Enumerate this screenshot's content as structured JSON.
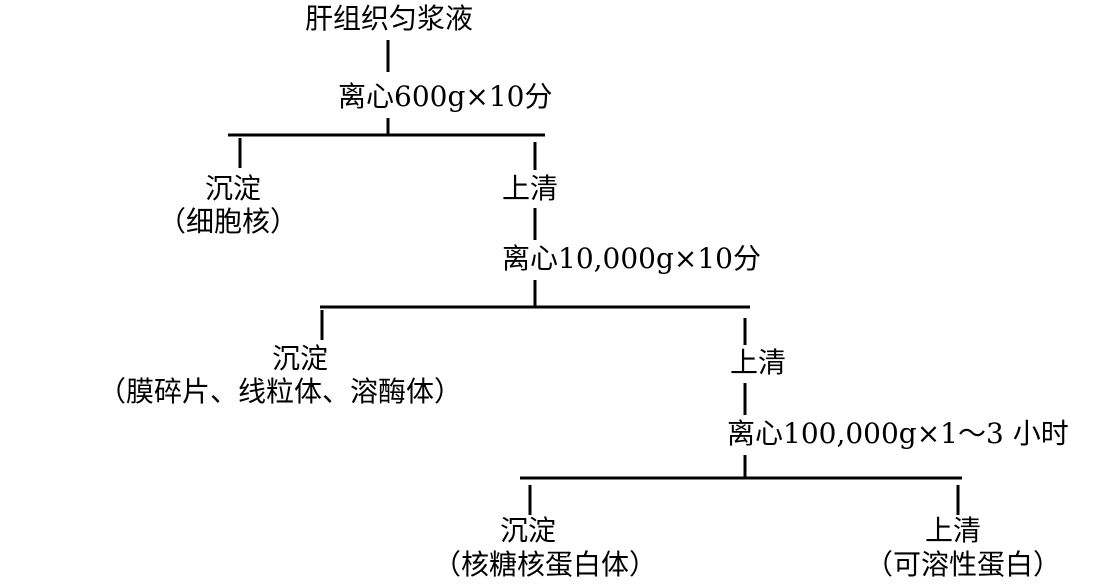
{
  "root": "肝组织匀浆液",
  "step1": {
    "spin": "离心600g×10分",
    "pellet": "沉淀",
    "pellet_note": "（细胞核）",
    "supernatant": "上清"
  },
  "step2": {
    "spin": "离心10,000g×10分",
    "pellet": "沉淀",
    "pellet_note": "（膜碎片、线粒体、溶酶体）",
    "supernatant": "上清"
  },
  "step3": {
    "spin": "离心100,000g×1～3 小时",
    "pellet": "沉淀",
    "pellet_note": "（核糖核蛋白体）",
    "supernatant": "上清",
    "supernatant_note": "（可溶性蛋白）"
  }
}
